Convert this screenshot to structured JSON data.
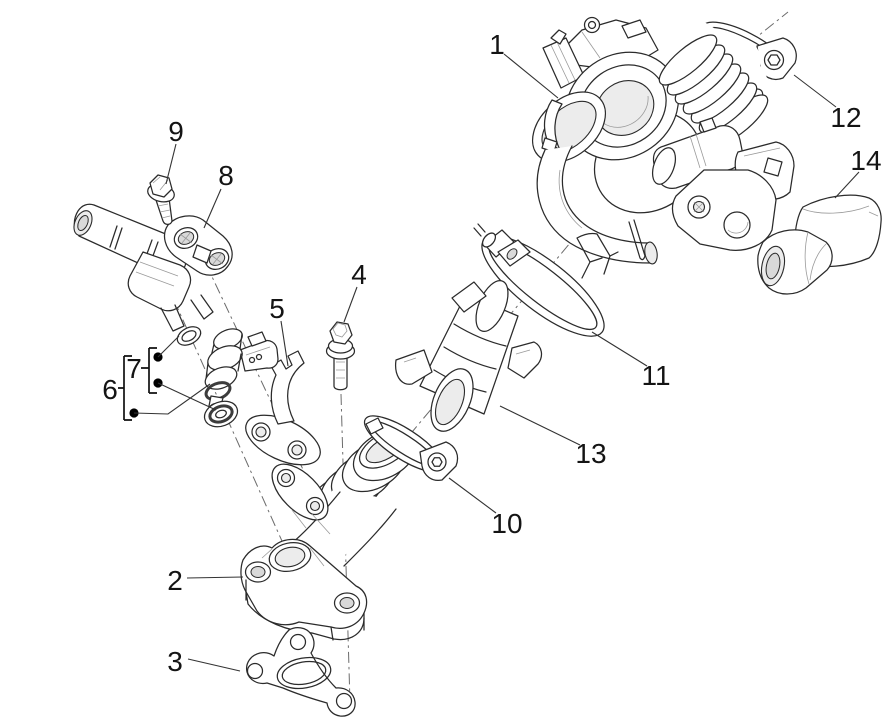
{
  "figure": {
    "kind": "exploded-parts-diagram",
    "colors": {
      "background": "#ffffff",
      "line": "#2b2b2b",
      "label": "#141414"
    },
    "callouts": [
      {
        "label": "1"
      },
      {
        "label": "2"
      },
      {
        "label": "3"
      },
      {
        "label": "4"
      },
      {
        "label": "5"
      },
      {
        "label": "6"
      },
      {
        "label": "7"
      },
      {
        "label": "8"
      },
      {
        "label": "9"
      },
      {
        "label": "10"
      },
      {
        "label": "11"
      },
      {
        "label": "12"
      },
      {
        "label": "13"
      },
      {
        "label": "14"
      }
    ]
  }
}
